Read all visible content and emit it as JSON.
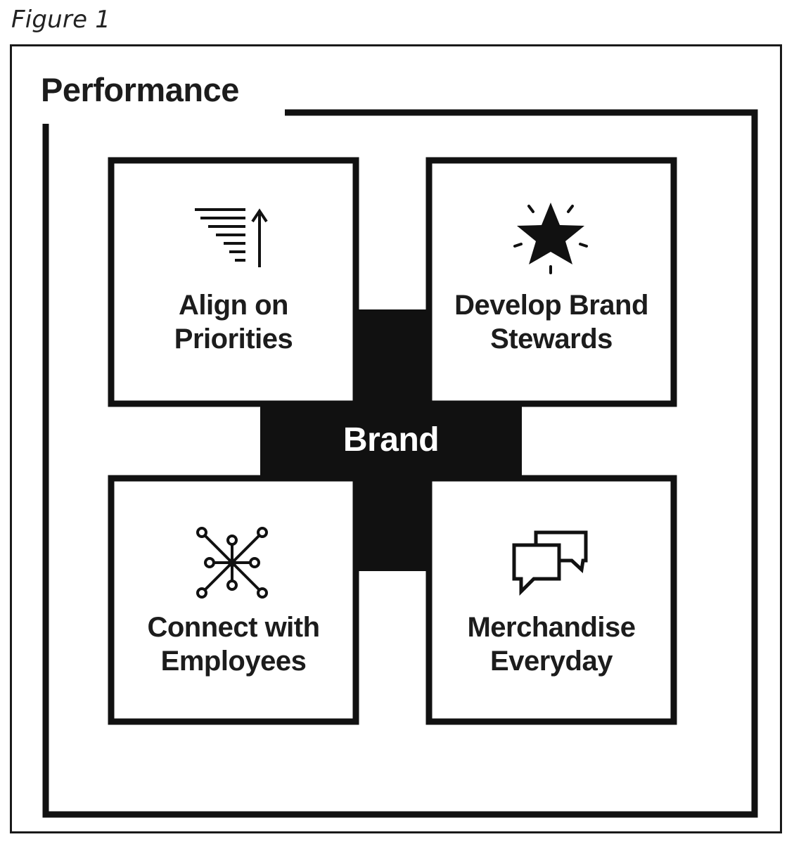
{
  "caption": "Figure 1",
  "outer_label": "Performance",
  "center_label": "Brand",
  "quadrants": [
    {
      "line1": "Align on",
      "line2": "Priorities",
      "icon": "priorities-lines-up-arrow-icon"
    },
    {
      "line1": "Develop Brand",
      "line2": "Stewards",
      "icon": "star-burst-icon"
    },
    {
      "line1": "Connect with",
      "line2": "Employees",
      "icon": "network-nodes-icon"
    },
    {
      "line1": "Merchandise",
      "line2": "Everyday",
      "icon": "speech-bubbles-icon"
    }
  ],
  "colors": {
    "ink": "#111111",
    "background": "#ffffff",
    "center_text": "#ffffff"
  }
}
